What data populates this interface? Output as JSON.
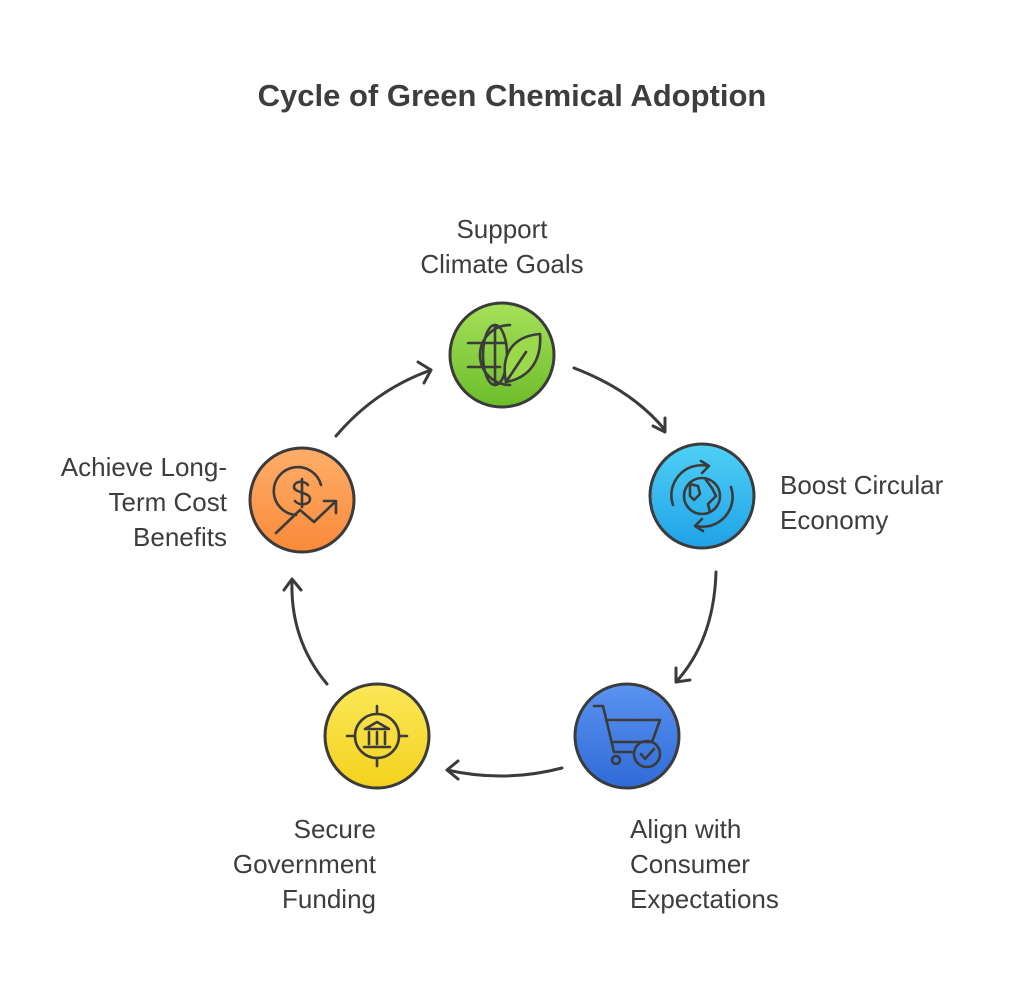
{
  "title": "Cycle of Green Chemical Adoption",
  "steps": [
    {
      "label": [
        "Support",
        "Climate Goals"
      ],
      "icon": "globe-leaf-icon",
      "color_top": "#a6e05a",
      "color_bottom": "#6cbd2a"
    },
    {
      "label": [
        "Boost Circular",
        "Economy"
      ],
      "icon": "globe-recycle-icon",
      "color_top": "#4fd0f5",
      "color_bottom": "#1fa2e8"
    },
    {
      "label": [
        "Align with",
        "Consumer",
        "Expectations"
      ],
      "icon": "cart-check-icon",
      "color_top": "#5b93f0",
      "color_bottom": "#2f6bd8"
    },
    {
      "label": [
        "Secure",
        "Government",
        "Funding"
      ],
      "icon": "bank-target-icon",
      "color_top": "#fbe85a",
      "color_bottom": "#f4d21c"
    },
    {
      "label": [
        "Achieve Long-",
        "Term Cost",
        "Benefits"
      ],
      "icon": "dollar-growth-icon",
      "color_top": "#ffae6a",
      "color_bottom": "#f98a3a"
    }
  ],
  "colors": {
    "outline": "#3b3b3b",
    "arrow": "#3b3b3b"
  }
}
